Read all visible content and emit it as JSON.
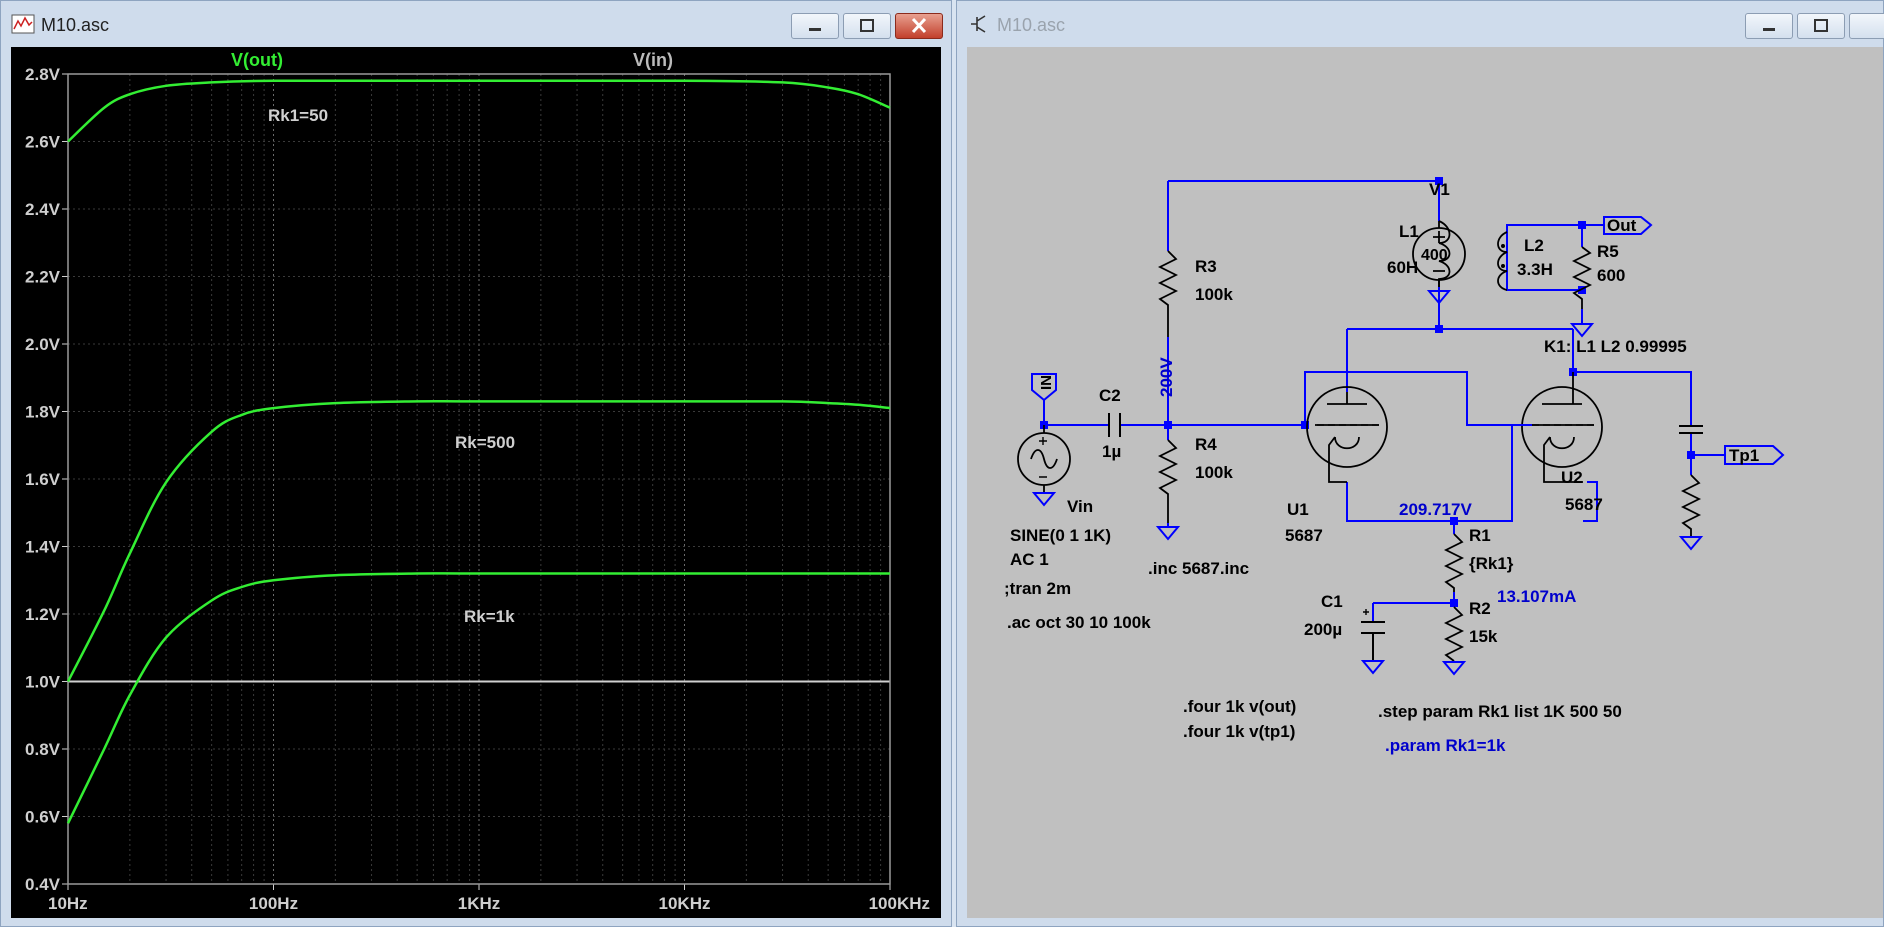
{
  "left_window": {
    "title": "M10.asc",
    "trace_labels": [
      "V(out)",
      "V(in)"
    ],
    "step_labels": [
      "Rk1=50",
      "Rk=500",
      "Rk=1k"
    ],
    "colors": {
      "trace": "#33ee33",
      "background": "#000000",
      "axis_text": "#cfcfcf",
      "trace_label_vin": "#bbbbbb"
    }
  },
  "chart_data": {
    "type": "line",
    "title": "",
    "xlabel": "",
    "ylabel": "",
    "x_scale": "log",
    "xlim": [
      10,
      100000
    ],
    "ylim": [
      0.4,
      2.8
    ],
    "x_ticks": [
      "10Hz",
      "100Hz",
      "1KHz",
      "10KHz",
      "100KHz"
    ],
    "y_ticks": [
      "0.4V",
      "0.6V",
      "0.8V",
      "1.0V",
      "1.2V",
      "1.4V",
      "1.6V",
      "1.8V",
      "2.0V",
      "2.2V",
      "2.4V",
      "2.6V",
      "2.8V"
    ],
    "reference_line": 1.0,
    "grid": true,
    "series": [
      {
        "name": "Rk1=50",
        "x": [
          10,
          15,
          20,
          30,
          50,
          100,
          300,
          1000,
          10000,
          30000,
          50000,
          70000,
          100000
        ],
        "y": [
          2.6,
          2.7,
          2.74,
          2.765,
          2.775,
          2.78,
          2.78,
          2.78,
          2.78,
          2.775,
          2.76,
          2.74,
          2.7
        ]
      },
      {
        "name": "Rk=500",
        "x": [
          10,
          15,
          20,
          30,
          50,
          70,
          100,
          200,
          500,
          1000,
          10000,
          30000,
          50000,
          70000,
          100000
        ],
        "y": [
          1.0,
          1.21,
          1.38,
          1.59,
          1.74,
          1.79,
          1.81,
          1.825,
          1.83,
          1.83,
          1.83,
          1.83,
          1.825,
          1.82,
          1.81
        ]
      },
      {
        "name": "Rk=1k",
        "x": [
          10,
          15,
          20,
          30,
          50,
          70,
          100,
          200,
          500,
          1000,
          10000,
          100000
        ],
        "y": [
          0.58,
          0.8,
          0.96,
          1.13,
          1.24,
          1.28,
          1.3,
          1.315,
          1.32,
          1.32,
          1.32,
          1.32
        ]
      }
    ]
  },
  "right_window": {
    "title": "M10.asc",
    "components": {
      "v1": {
        "name": "V1",
        "value": "400"
      },
      "l1": {
        "name": "L1",
        "value": "60H"
      },
      "l2": {
        "name": "L2",
        "value": "3.3H"
      },
      "r5": {
        "name": "R5",
        "value": "600"
      },
      "r3": {
        "name": "R3",
        "value": "100k"
      },
      "r4": {
        "name": "R4",
        "value": "100k"
      },
      "c2": {
        "name": "C2",
        "value": "1µ"
      },
      "u1": {
        "name": "U1",
        "value": "5687"
      },
      "u2": {
        "name": "U2",
        "value": "5687"
      },
      "r1": {
        "name": "R1",
        "value": "{Rk1}"
      },
      "r2": {
        "name": "R2",
        "value": "15k"
      },
      "c1": {
        "name": "C1",
        "value": "200µ"
      },
      "vin": {
        "name": "Vin",
        "value1": "SINE(0 1 1K)",
        "value2": "AC 1"
      }
    },
    "ports": {
      "in": "IN",
      "out": "Out",
      "tp1": "Tp1"
    },
    "coupling": "K1: L1 L2 0.99995",
    "annotations": {
      "v_r3": "200V",
      "v_cathode": "209.717V",
      "i_cathode": "13.107mA"
    },
    "directives": {
      "tran": ";tran 2m",
      "ac": ".ac oct 30 10 100k",
      "inc": ".inc 5687.inc",
      "four1": ".four 1k v(out)",
      "four2": ".four 1k v(tp1)",
      "step": ".step param Rk1 list 1K 500 50",
      "param": ".param Rk1=1k"
    },
    "colors": {
      "wire": "#0000ff",
      "text": "#000000",
      "annotation": "#0000ff",
      "background": "#c0c0c0"
    }
  }
}
